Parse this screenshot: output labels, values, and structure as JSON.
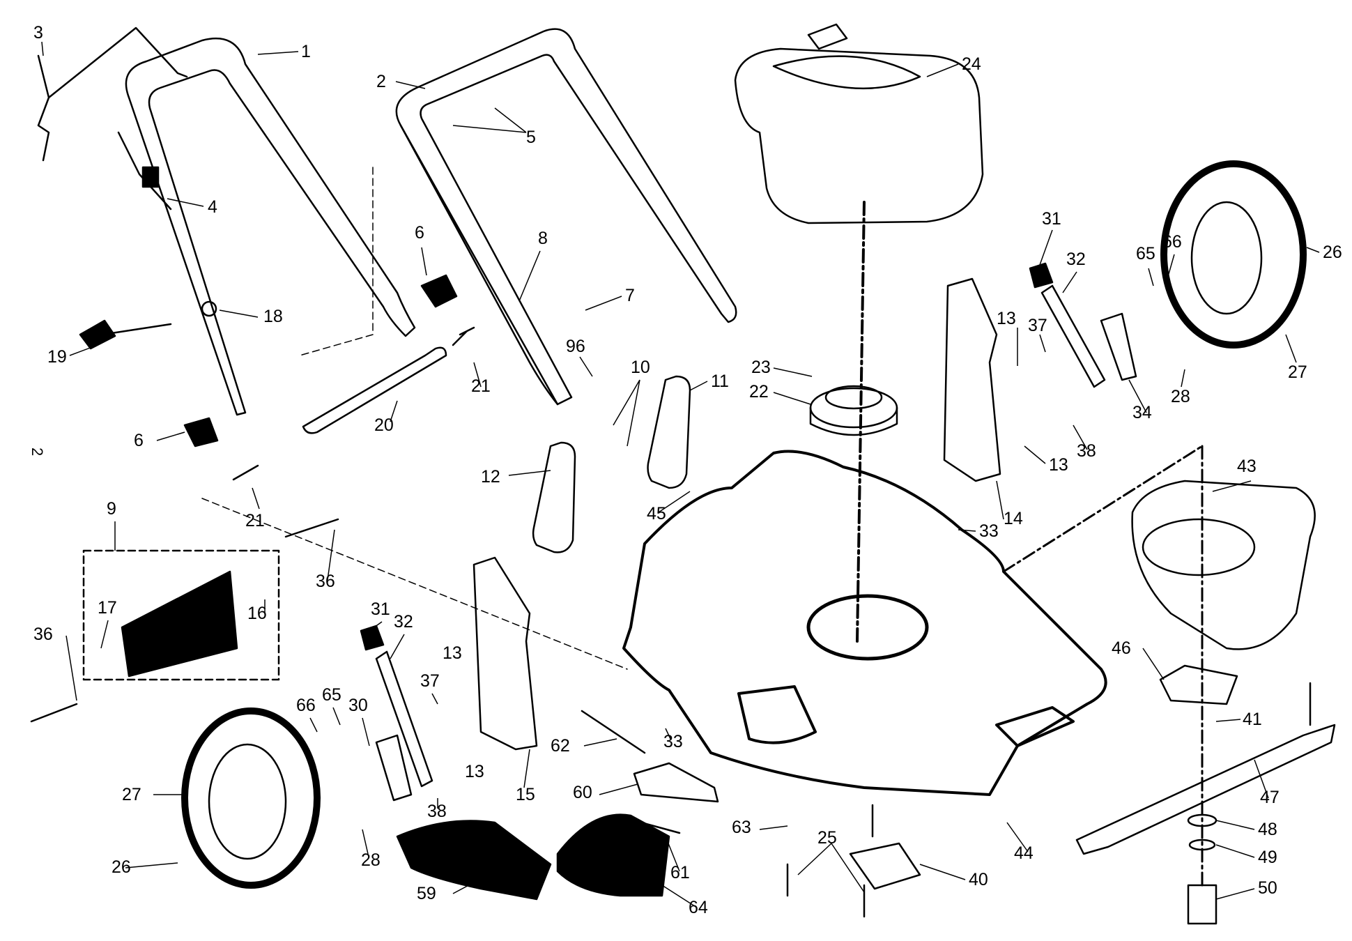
{
  "page": {
    "side_marker": "2"
  },
  "diagram": {
    "type": "exploded-parts-diagram",
    "drawing_color": "#000000",
    "background_color": "#ffffff",
    "callouts": [
      {
        "id": "c1",
        "label": "1"
      },
      {
        "id": "c2",
        "label": "2"
      },
      {
        "id": "c3",
        "label": "3"
      },
      {
        "id": "c4",
        "label": "4"
      },
      {
        "id": "c5",
        "label": "5"
      },
      {
        "id": "c6a",
        "label": "6"
      },
      {
        "id": "c6b",
        "label": "6"
      },
      {
        "id": "c7",
        "label": "7"
      },
      {
        "id": "c8",
        "label": "8"
      },
      {
        "id": "c9",
        "label": "9"
      },
      {
        "id": "c10",
        "label": "10"
      },
      {
        "id": "c11",
        "label": "11"
      },
      {
        "id": "c12",
        "label": "12"
      },
      {
        "id": "c13a",
        "label": "13"
      },
      {
        "id": "c13b",
        "label": "13"
      },
      {
        "id": "c13c",
        "label": "13"
      },
      {
        "id": "c13d",
        "label": "13"
      },
      {
        "id": "c14",
        "label": "14"
      },
      {
        "id": "c15",
        "label": "15"
      },
      {
        "id": "c16",
        "label": "16"
      },
      {
        "id": "c17",
        "label": "17"
      },
      {
        "id": "c18",
        "label": "18"
      },
      {
        "id": "c19",
        "label": "19"
      },
      {
        "id": "c20",
        "label": "20"
      },
      {
        "id": "c21a",
        "label": "21"
      },
      {
        "id": "c21b",
        "label": "21"
      },
      {
        "id": "c22",
        "label": "22"
      },
      {
        "id": "c23",
        "label": "23"
      },
      {
        "id": "c24",
        "label": "24"
      },
      {
        "id": "c25",
        "label": "25"
      },
      {
        "id": "c26a",
        "label": "26"
      },
      {
        "id": "c26b",
        "label": "26"
      },
      {
        "id": "c27a",
        "label": "27"
      },
      {
        "id": "c27b",
        "label": "27"
      },
      {
        "id": "c28a",
        "label": "28"
      },
      {
        "id": "c28b",
        "label": "28"
      },
      {
        "id": "c30",
        "label": "30"
      },
      {
        "id": "c31a",
        "label": "31"
      },
      {
        "id": "c31b",
        "label": "31"
      },
      {
        "id": "c32a",
        "label": "32"
      },
      {
        "id": "c32b",
        "label": "32"
      },
      {
        "id": "c33a",
        "label": "33"
      },
      {
        "id": "c33b",
        "label": "33"
      },
      {
        "id": "c34",
        "label": "34"
      },
      {
        "id": "c36a",
        "label": "36"
      },
      {
        "id": "c36b",
        "label": "36"
      },
      {
        "id": "c37a",
        "label": "37"
      },
      {
        "id": "c37b",
        "label": "37"
      },
      {
        "id": "c38a",
        "label": "38"
      },
      {
        "id": "c38b",
        "label": "38"
      },
      {
        "id": "c40",
        "label": "40"
      },
      {
        "id": "c41",
        "label": "41"
      },
      {
        "id": "c43",
        "label": "43"
      },
      {
        "id": "c44",
        "label": "44"
      },
      {
        "id": "c45",
        "label": "45"
      },
      {
        "id": "c46",
        "label": "46"
      },
      {
        "id": "c47",
        "label": "47"
      },
      {
        "id": "c48",
        "label": "48"
      },
      {
        "id": "c49",
        "label": "49"
      },
      {
        "id": "c50",
        "label": "50"
      },
      {
        "id": "c59",
        "label": "59"
      },
      {
        "id": "c60",
        "label": "60"
      },
      {
        "id": "c61",
        "label": "61"
      },
      {
        "id": "c62",
        "label": "62"
      },
      {
        "id": "c63",
        "label": "63"
      },
      {
        "id": "c64",
        "label": "64"
      },
      {
        "id": "c65a",
        "label": "65"
      },
      {
        "id": "c65b",
        "label": "65"
      },
      {
        "id": "c66a",
        "label": "66"
      },
      {
        "id": "c66b",
        "label": "66"
      },
      {
        "id": "c96",
        "label": "96"
      }
    ]
  }
}
